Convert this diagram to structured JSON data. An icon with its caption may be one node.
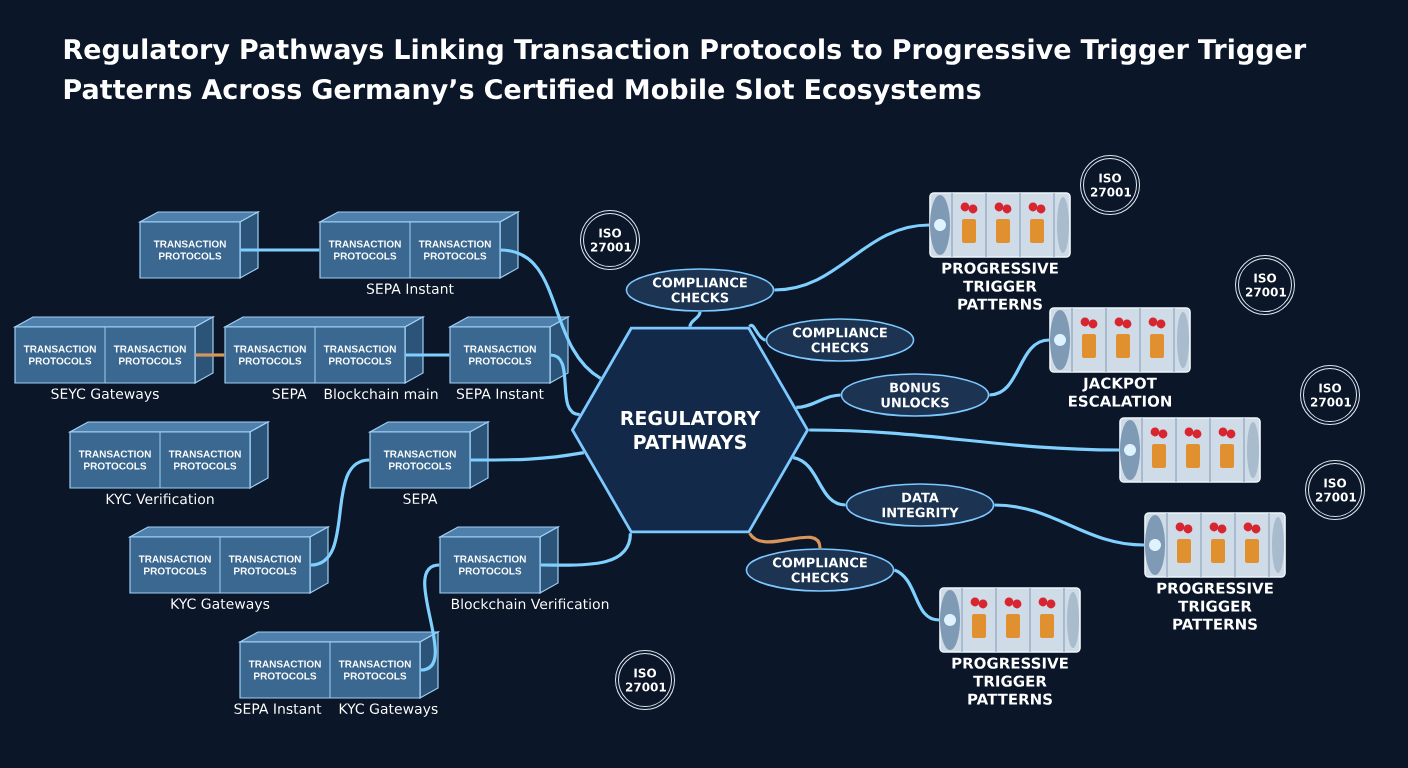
{
  "diagram": {
    "title": "Regulatory Pathways Linking Transaction Protocols to Progressive Trigger Trigger Patterns Across Germany’s Certified Mobile Slot Ecosystems",
    "nodes": [
      {
        "text": [
          "TRANSACTION PROTOCOLS"
        ]
      },
      {
        "text": [
          "TRANSACTION PROTOCOLS",
          "TRANSACTION PROTOCOLS"
        ],
        "beside": [
          "SEPA Instant"
        ]
      },
      {
        "text": [
          "TRANSACTION PROTOCOLS"
        ],
        "beside": [
          "SEPA Instant"
        ]
      },
      {
        "text": [
          "TRANSACTION PROTOCOLS",
          "TRANSACTION PROTOCOLS"
        ],
        "beside": [
          "SEYC Gateways"
        ]
      },
      {
        "text": [
          "TRANSACTION PROTOCOLS",
          "TRANSACTION PROTOCOLS"
        ],
        "beside": [
          "SEPA",
          "Blockchain main"
        ]
      },
      {
        "text": [
          "TRANSACTION PROTOCOLS",
          "TRANSACTION PROTOCOLS"
        ],
        "beside": [
          "KYC Verification"
        ]
      },
      {
        "text": [
          "TRANSACTION PROTOCOLS"
        ],
        "beside": [
          "SEPA"
        ]
      },
      {
        "text": [
          "TRANSACTION PROTOCOLS",
          "TRANSACTION PROTOCOLS"
        ],
        "beside": [
          "KYC Gateways"
        ]
      },
      {
        "text": [
          "TRANSACTION PROTOCOLS"
        ],
        "beside": [
          "Blockchain Verification"
        ]
      },
      {
        "text": [
          "TRANSACTION PROTOCOLS",
          "TRANSACTION PROTOCOLS"
        ],
        "beside": [
          "SEPA Instant",
          "KYC Gateways"
        ]
      },
      {
        "text": [
          "REGULATORY PATHWAYS"
        ]
      },
      {
        "text": [
          "COMPLIANCE CHECKS"
        ]
      },
      {
        "text": [
          "COMPLIANCE CHECKS"
        ]
      },
      {
        "text": [
          "BONUS UNLOCKS"
        ]
      },
      {
        "text": [
          "DATA INTEGRITY"
        ]
      },
      {
        "text": [
          "COMPLIANCE CHECKS"
        ]
      },
      {
        "text": [],
        "shape": "cylinder",
        "beside": [
          "PROGRESSIVE TRIGGER PATTERNS"
        ]
      },
      {
        "text": [],
        "shape": "cylinder",
        "beside": [
          "JACKPOT ESCALATION"
        ]
      },
      {
        "text": [],
        "shape": "cylinder"
      },
      {
        "text": [],
        "shape": "cylinder",
        "beside": [
          "PROGRESSIVE TRIGGER PATTERNS"
        ]
      },
      {
        "text": [],
        "shape": "cylinder",
        "beside": [
          "PROGRESSIVE TRIGGER PATTERNS"
        ]
      }
    ],
    "edges": [
      {
        "from": 0,
        "to": 1,
        "arrow": "none"
      },
      {
        "from": 1,
        "to": 10,
        "arrow": "none"
      },
      {
        "from": 2,
        "to": 10,
        "arrow": "none"
      },
      {
        "from": 4,
        "to": 2,
        "arrow": "none"
      },
      {
        "from": 6,
        "to": 10,
        "arrow": "none"
      },
      {
        "from": 7,
        "to": 6,
        "arrow": "none"
      },
      {
        "from": 9,
        "to": 8,
        "arrow": "none"
      },
      {
        "from": 8,
        "to": 10,
        "arrow": "none"
      },
      {
        "from": 3,
        "to": 4,
        "arrow": "none",
        "color": "#d9965a"
      },
      {
        "from": 10,
        "to": 11,
        "arrow": "none"
      },
      {
        "from": 10,
        "to": 12,
        "arrow": "none"
      },
      {
        "from": 10,
        "to": 13,
        "arrow": "none"
      },
      {
        "from": 11,
        "to": 16,
        "arrow": "none"
      },
      {
        "from": 13,
        "to": 17,
        "arrow": "none"
      },
      {
        "from": 10,
        "to": 18,
        "arrow": "none"
      },
      {
        "from": 10,
        "to": 14,
        "arrow": "none"
      },
      {
        "from": 14,
        "to": 20,
        "arrow": "none"
      },
      {
        "from": 15,
        "to": 19,
        "arrow": "none"
      },
      {
        "from": 10,
        "to": 15,
        "arrow": "none",
        "color": "#d9965a"
      }
    ],
    "labels": [
      "ISO 27001",
      "ISO 27001",
      "ISO 27001",
      "ISO 27001",
      "ISO 27001",
      "ISO 27001"
    ]
  }
}
